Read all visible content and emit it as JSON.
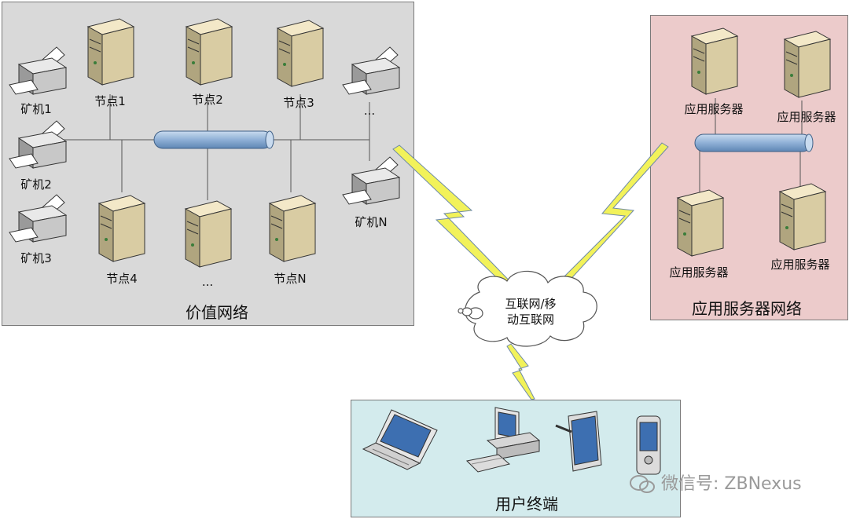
{
  "value_network": {
    "title": "价值网络",
    "miners": [
      "矿机1",
      "矿机2",
      "矿机3",
      "...",
      "矿机N"
    ],
    "nodes": [
      "节点1",
      "节点2",
      "节点3",
      "节点4",
      "...",
      "节点N"
    ]
  },
  "app_server_network": {
    "title": "应用服务器网络",
    "servers": [
      "应用服务器",
      "应用服务器",
      "应用服务器",
      "应用服务器"
    ]
  },
  "internet": {
    "line1": "互联网/移",
    "line2": "动互联网"
  },
  "user_terminals": {
    "title": "用户终端"
  },
  "watermark": "微信号: ZBNexus",
  "colors": {
    "value_panel": "#d9d9d9",
    "app_panel": "#eccbcb",
    "user_panel": "#d3ebed",
    "bus": "#8fb0d6",
    "lightning": "#f2f25a"
  }
}
